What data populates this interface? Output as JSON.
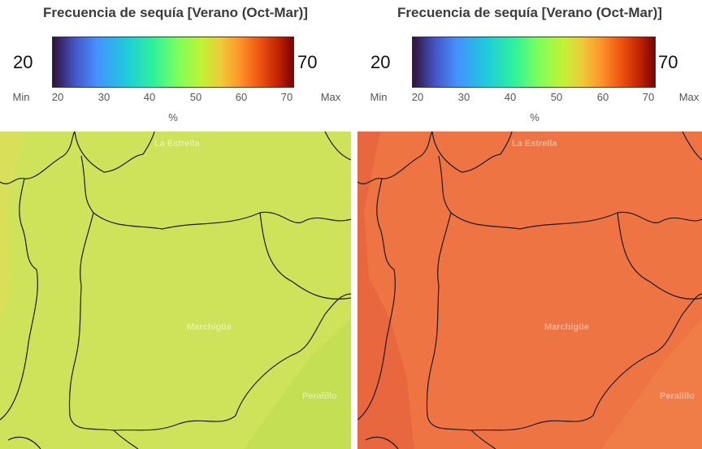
{
  "panels": [
    {
      "title": "Frecuencia de sequía [Verano (Oct-Mar)]",
      "legend": {
        "min_value": "20",
        "max_value": "70",
        "min_label": "Min",
        "max_label": "Max",
        "ticks": [
          "20",
          "30",
          "40",
          "50",
          "60",
          "70"
        ],
        "unit": "%",
        "colormap": "turbo"
      },
      "map": {
        "fill_colors": [
          "#cfe35a",
          "#c5df55",
          "#d9df58"
        ],
        "places": [
          "La Estrella",
          "Marchigüe",
          "Peralillo"
        ]
      }
    },
    {
      "title": "Frecuencia de sequía [Verano (Oct-Mar)]",
      "legend": {
        "min_value": "20",
        "max_value": "70",
        "min_label": "Min",
        "max_label": "Max",
        "ticks": [
          "20",
          "30",
          "40",
          "50",
          "60",
          "70"
        ],
        "unit": "%",
        "colormap": "turbo"
      },
      "map": {
        "fill_colors": [
          "#ee7444",
          "#e9673e",
          "#f07c47"
        ],
        "places": [
          "La Estrella",
          "Marchigüe",
          "Peralillo"
        ]
      }
    }
  ]
}
